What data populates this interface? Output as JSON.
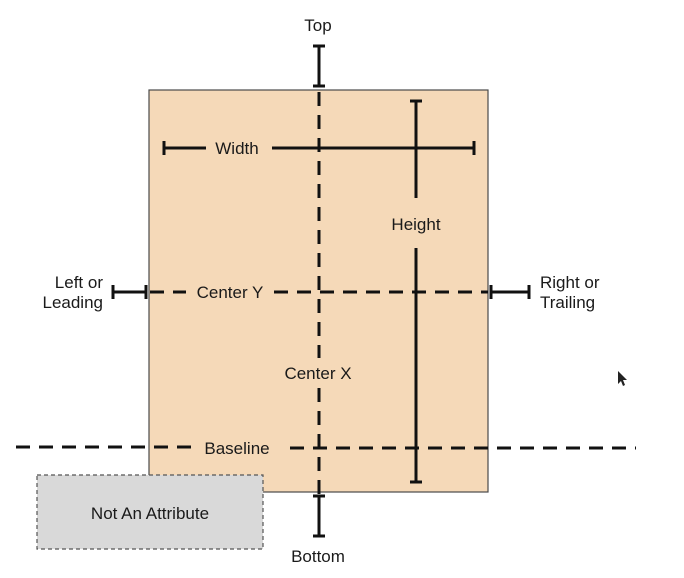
{
  "colors": {
    "view_fill": "#f5d9b8",
    "view_border": "#4a4a4a",
    "line": "#111111",
    "na_box_fill": "#d9d9d9",
    "na_box_border": "#555555"
  },
  "labels": {
    "top": "Top",
    "bottom": "Bottom",
    "width": "Width",
    "height": "Height",
    "left_line1": "Left or",
    "left_line2": "Leading",
    "right_line1": "Right or",
    "right_line2": "Trailing",
    "center_y": "Center Y",
    "center_x": "Center X",
    "baseline": "Baseline",
    "not_an_attribute": "Not An Attribute"
  },
  "icons": {
    "cursor": "mouse-pointer-icon"
  }
}
